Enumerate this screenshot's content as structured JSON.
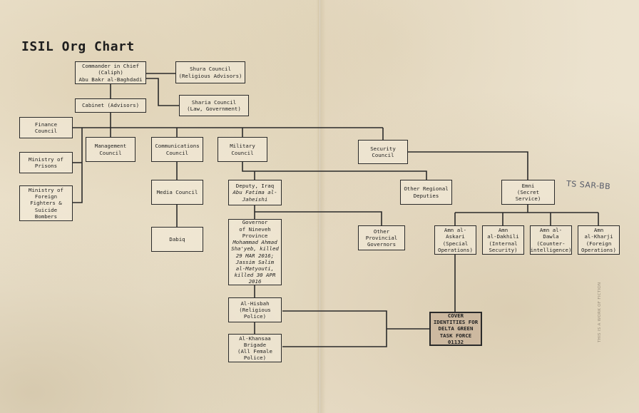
{
  "title": "ISIL Org Chart",
  "nodes": {
    "commander": "Commander in Chief\n(Caliph)\nAbu Bakr al-Baghdadi",
    "shura": "Shura Council\n(Religious Advisors)",
    "sharia": "Sharia Council\n(Law, Government)",
    "cabinet": "Cabinet (Advisors)",
    "finance": "Finance\nCouncil",
    "prisons": "Ministry of\nPrisons",
    "fighters": "Ministry of\nForeign\nFighters &\nSuicide\nBombers",
    "management": "Management\nCouncil",
    "communications": "Communications\nCouncil",
    "military": "Military\nCouncil",
    "security": "Security\nCouncil",
    "media": "Media Council",
    "dabiq": "Dabiq",
    "deputy_label": "Deputy, Iraq",
    "deputy_name": "Abu Fatima al-\nJaheishi",
    "governor_label": "Governor\nof Nineveh\nProvince",
    "governor_names": "Mohammad Ahmad\nSha'yeb, killed\n29 MAR 2016;\nJassim Salim\nal-Matyouti,\nkilled 30 APR\n2016",
    "other_governors": "Other\nProvincial\nGovernors",
    "other_deputies": "Other Regional\nDeputies",
    "emni": "Emni\n(Secret\nService)",
    "askari": "Amn al-\nAskari\n(Special\nOperations)",
    "dakhili": "Amn\nal-Dakhili\n(Internal\nSecurity)",
    "dawla": "Amn al-\nDawla\n(Counter-\nintelligence)",
    "kharji": "Amn\nal-Kharji\n(Foreign\nOperations)",
    "hisbah": "Al-Hisbah\n(Religious\nPolice)",
    "khansaa": "Al-Khansaa\nBrigade\n(All Female\nPolice)",
    "cover": "COVER\nIDENTITIES FOR\nDELTA GREEN\nTASK FORCE\n01132"
  },
  "handwritten_note": "TS SAR-BB",
  "side_note": "THIS IS A WORK OF FICTION"
}
